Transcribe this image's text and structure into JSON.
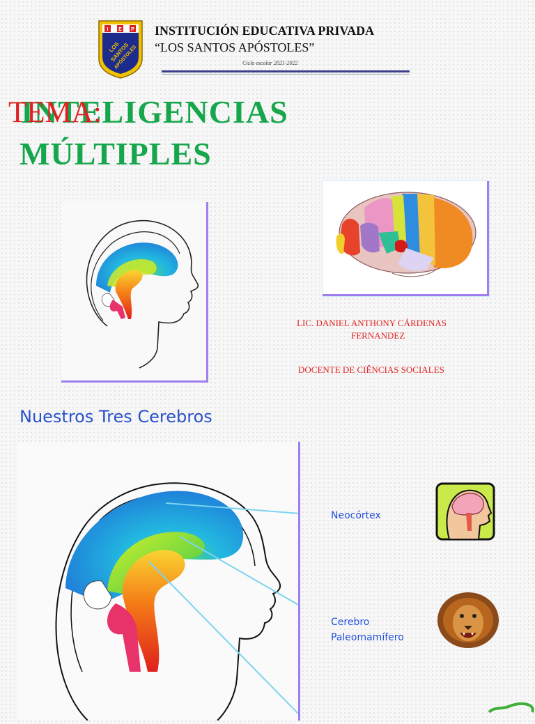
{
  "header": {
    "crest_text": "I E P LOS SANTOS APÓSTOLES",
    "school_name": "INSTITUCIÓN EDUCATIVA PRIVADA",
    "school_motto": "“LOS SANTOS APÓSTOLES”",
    "school_year": "Ciclo escolar 2021-2022"
  },
  "title": {
    "tema_label": "TEMA:",
    "line1": "INTELIGENCIAS",
    "line2": "MÚLTIPLES"
  },
  "author": {
    "line1": "LIC. DANIEL ANTHONY CÁRDENAS",
    "line2": "FERNANDEZ",
    "role": "DOCENTE DE CIÊNCIAS SOCIALES"
  },
  "section": {
    "heading": "Nuestros Tres Cerebros",
    "labels": {
      "neocortex": "Neocórtex",
      "paleo_line1": "Cerebro",
      "paleo_line2": "Paleomamífero"
    }
  },
  "colors": {
    "title_green": "#16a64c",
    "tema_red": "#e02020",
    "author_red": "#e32424",
    "heading_blue": "#2a52c9",
    "label_blue": "#2150d8",
    "frame_purple": "#9f7ff0",
    "crest_navy": "#1c2b8c",
    "crest_gold": "#f2c200"
  },
  "icons": [
    "school-crest-icon",
    "head-brain-icon",
    "lion-icon",
    "lizard-icon"
  ]
}
